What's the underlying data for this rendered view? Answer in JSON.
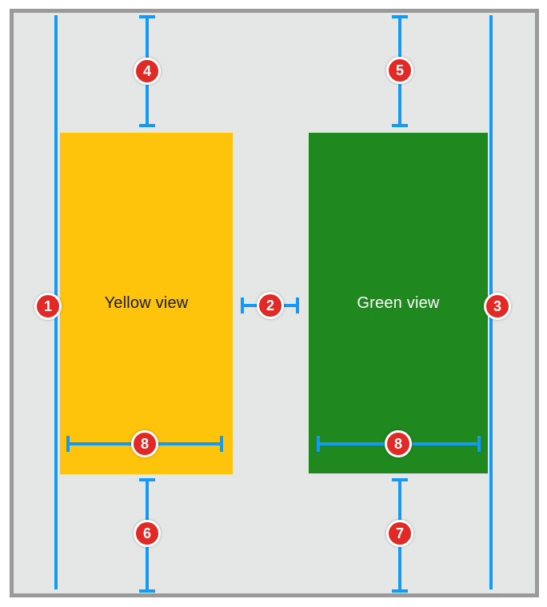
{
  "diagram": {
    "description": "Auto Layout constraints diagram with two views inside a canvas",
    "views": {
      "yellow": {
        "label": "Yellow view",
        "color": "#FEC30B",
        "label_color": "#1D1D1F"
      },
      "green": {
        "label": "Green view",
        "color": "#1F881F",
        "label_color": "#FFFFFF"
      }
    },
    "annotations": {
      "leading": "1",
      "spacing": "2",
      "trailing": "3",
      "top_yellow": "4",
      "top_green": "5",
      "bottom_yellow": "6",
      "bottom_green": "7",
      "width_yellow": "8",
      "width_green": "8"
    },
    "colors": {
      "constraint_blue": "#129BF4",
      "badge_red": "#E12A26",
      "badge_text": "#FFFFFF",
      "panel_bg": "#E5E6E6",
      "panel_border": "#9A9A9A"
    }
  }
}
